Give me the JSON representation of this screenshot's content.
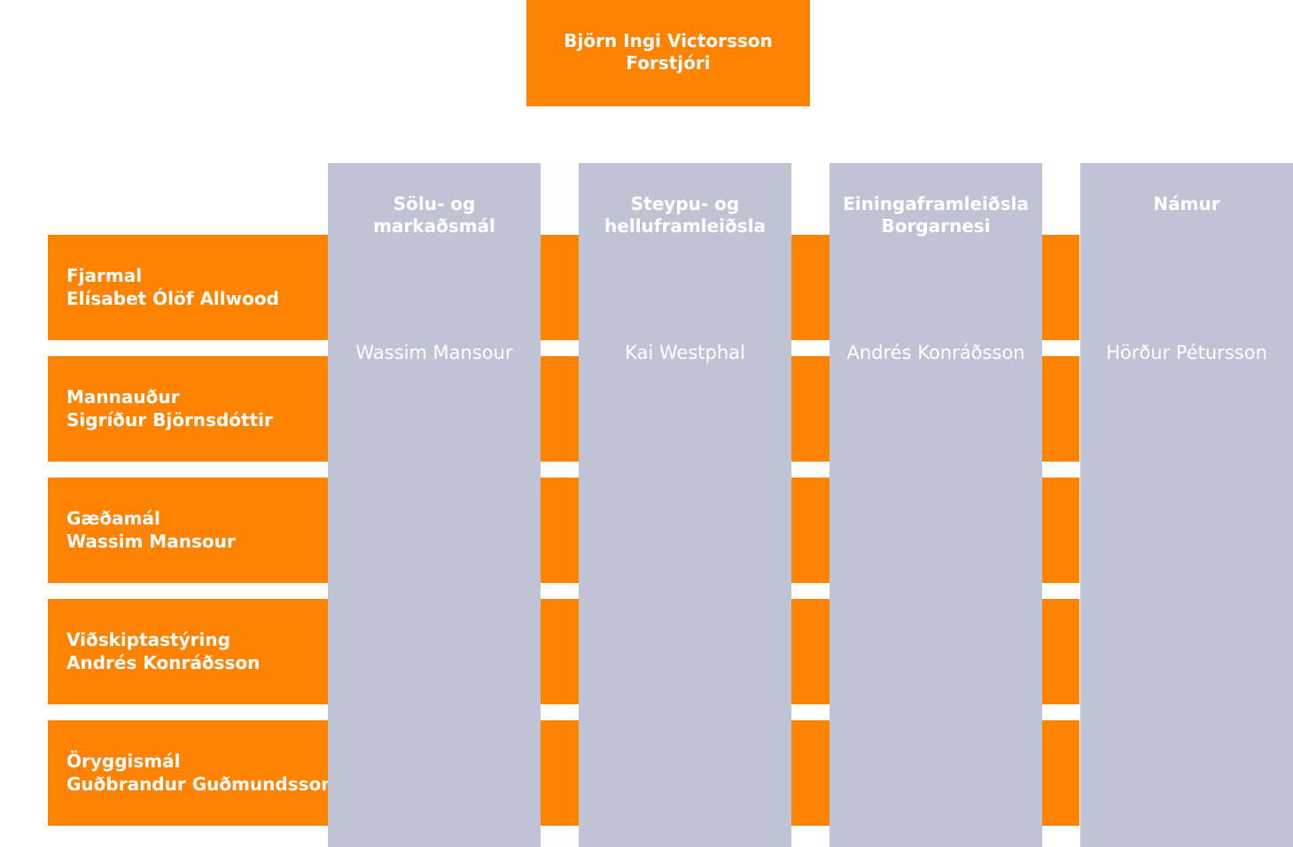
{
  "ceo": {
    "name": "Björn Ingi Victorsson",
    "role": "Forstjóri"
  },
  "support_functions": [
    {
      "title": "Fjarmal",
      "person": "Elísabet Ólöf Allwood"
    },
    {
      "title": "Mannauður",
      "person": "Sigríður Björnsdóttir"
    },
    {
      "title": "Gæðamál",
      "person": "Wassim Mansour"
    },
    {
      "title": "Viðskiptastýring",
      "person": "Andrés Konráðsson"
    },
    {
      "title": "Öryggismál",
      "person": "Guðbrandur Guðmundsson"
    }
  ],
  "divisions": [
    {
      "title": "Sölu- og\nmarkaðsmál",
      "head": "Wassim Mansour"
    },
    {
      "title": "Steypu- og\nhelluframleiðsla",
      "head": "Kai Westphal"
    },
    {
      "title": "Einingaframleiðsla\nBorgarnesi",
      "head": "Andrés Konráðsson"
    },
    {
      "title": "Námur",
      "head": "Hörður Pétursson"
    }
  ],
  "colors": {
    "orange": "#ff8200",
    "grey": "#bfc4d5",
    "text": "#ffffff"
  }
}
